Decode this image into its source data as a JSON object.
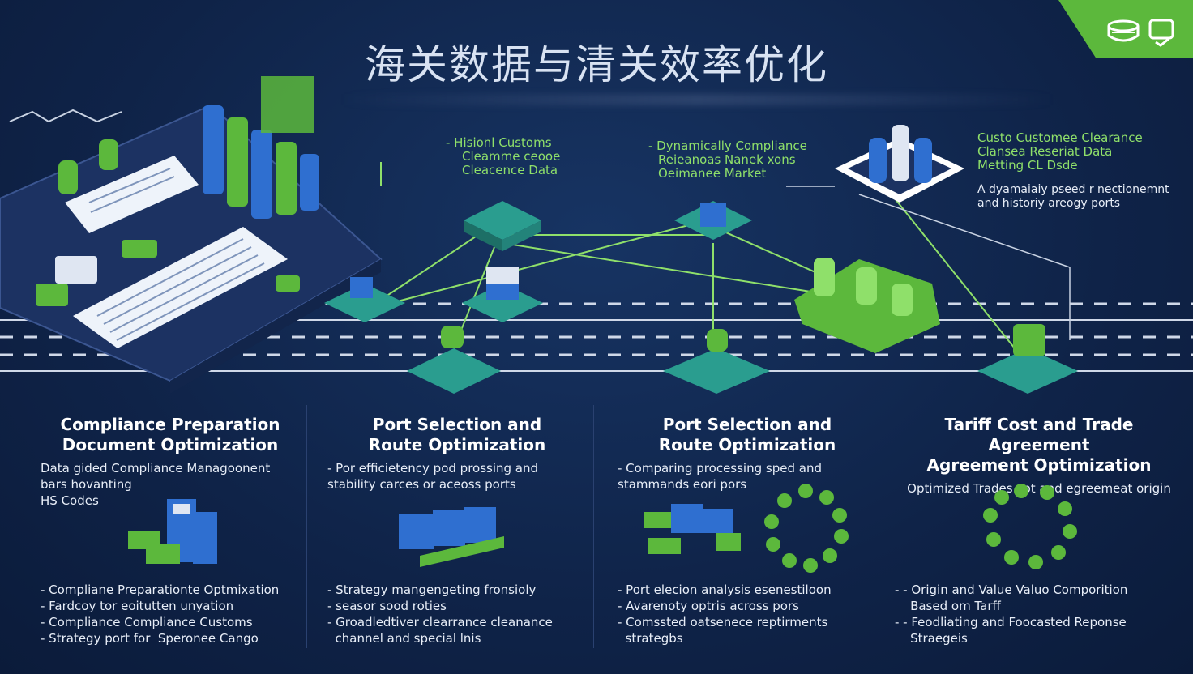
{
  "title": "海关数据与清关效率优化",
  "callouts": {
    "c1": [
      "- Hisionl Customs",
      "Cleamme ceooe",
      "Cleacence Data"
    ],
    "c2": [
      "- Dynamically Compliance",
      "Reieanoas Nanek xons",
      "Oeimanee Market"
    ],
    "c3": [
      "Custo Customee Clearance",
      "Clansea Reseriat Data",
      "Metting CL Dsde"
    ],
    "c3b": [
      "A dyamaiaiy pseed r nectionemnt",
      "and historiy areogy ports"
    ]
  },
  "columns": [
    {
      "title": [
        "Compliance Preparation",
        "Document Optimization"
      ],
      "sub": [
        "Data gided Compliance Managoonent",
        "bars hovanting",
        "HS Codes"
      ],
      "bullets": [
        "- Compliane Preparationte Optmixation",
        "- Fardcoy tor eoitutten unyation",
        "- Compliance Compliance Customs",
        "- Strategy port for  Speronee Cango"
      ]
    },
    {
      "title": [
        "Port Selection and",
        "Route Optimization"
      ],
      "sub": [
        "- Por efficietency pod prossing and",
        "stability carces or aceoss ports"
      ],
      "bullets": [
        "- Strategy mangengeting fronsioly",
        "- seasor sood roties",
        "- Groadledtiver clearrance cleanance",
        "  channel and special lnis"
      ]
    },
    {
      "title": [
        "Port Selection and",
        "Route Optimization"
      ],
      "sub": [
        "- Comparing processing sped and",
        "stammands eori pors"
      ],
      "bullets": [
        "- Port elecion analysis esenestiloon",
        "- Avarenoty optris across pors",
        "- Comssted oatsenece reptirments",
        "  strategbs"
      ]
    },
    {
      "title": [
        "Tariff Cost and Trade Agreement",
        "Agreement Optimization"
      ],
      "sub": [
        "Optimized Trades cot and egreemeat origin"
      ],
      "bullets": [
        "- - Origin and Value Valuo Comporition",
        "    Based om Tarff",
        "- - Feodliating and Foocasted Reponse",
        "    Straegeis"
      ]
    }
  ],
  "colors": {
    "bg": "#0f2348",
    "green": "#5cb83c",
    "blue": "#2f6fd0",
    "teal": "#2a9d8f"
  }
}
